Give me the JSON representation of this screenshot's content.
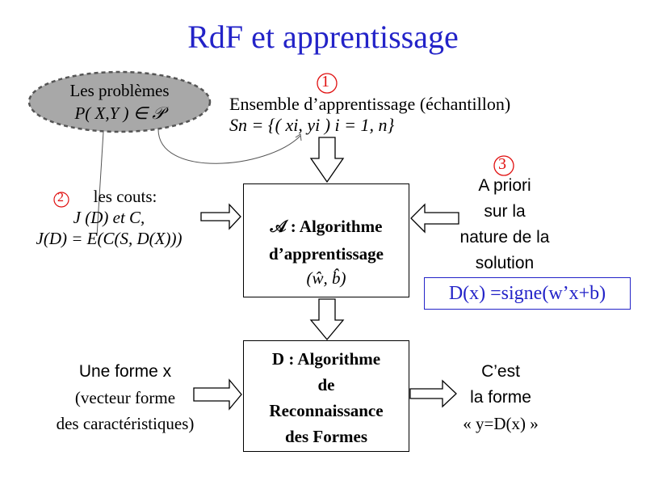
{
  "title": "RdF et apprentissage",
  "problems": {
    "line1": "Les problèmes",
    "line2": "P( X,Y ) ∈ 𝒫"
  },
  "markers": {
    "one": "1",
    "two": "2",
    "three": "3"
  },
  "training_set": {
    "label": "Ensemble d’apprentissage  (échantillon)",
    "formula": "Sn = {( xi, yi )    i = 1, n}"
  },
  "costs": {
    "line1": "les couts:",
    "line2": "J (D) et C,",
    "line3": "J(D) = E(C(S, D(X)))"
  },
  "algo_a": {
    "line1": "𝒜 : Algorithme",
    "line2": "d’apprentissage",
    "line3": "(ŵ, b̂)"
  },
  "prior": {
    "line1": "A priori",
    "line2": "sur la",
    "line3": "nature de la",
    "line4": "solution"
  },
  "decision_formula": "D(x) =signe(w’x+b)",
  "input_form": {
    "line1": "Une forme x",
    "line2": "(vecteur forme",
    "line3": "des caractéristiques)"
  },
  "algo_d": {
    "line1": "D : Algorithme",
    "line2": "de",
    "line3": "Reconnaissance",
    "line4": "des Formes"
  },
  "output": {
    "line1": "C’est",
    "line2": "la forme",
    "line3": "« y=D(x) »"
  },
  "colors": {
    "title": "#2323c8",
    "ellipse_fill": "#a8a8a8",
    "marker": "#e01010",
    "formula": "#2323c8"
  }
}
